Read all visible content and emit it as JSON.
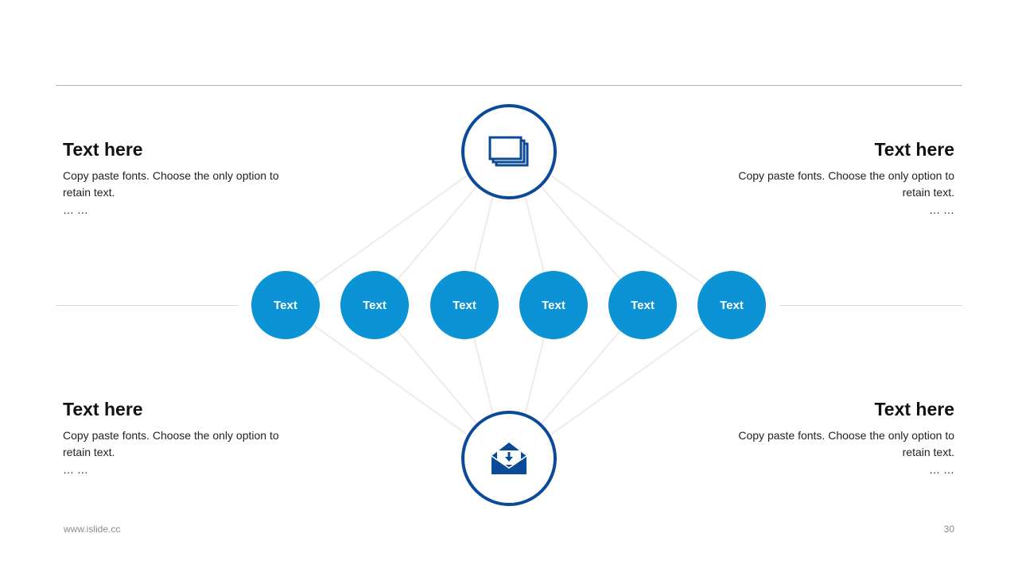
{
  "nodes": [
    {
      "label": "Text"
    },
    {
      "label": "Text"
    },
    {
      "label": "Text"
    },
    {
      "label": "Text"
    },
    {
      "label": "Text"
    },
    {
      "label": "Text"
    }
  ],
  "blocks": {
    "top_left": {
      "title": "Text here",
      "body": "Copy paste fonts. Choose the only option to retain text.",
      "ellipsis": "… …"
    },
    "top_right": {
      "title": "Text here",
      "body": "Copy paste fonts. Choose the only option to retain text.",
      "ellipsis": "… …"
    },
    "bottom_left": {
      "title": "Text here",
      "body": "Copy paste fonts. Choose the only option to retain text.",
      "ellipsis": "… …"
    },
    "bottom_right": {
      "title": "Text here",
      "body": "Copy paste fonts. Choose the only option to retain text.",
      "ellipsis": "… …"
    }
  },
  "footer": {
    "site": "www.islide.cc",
    "page": "30"
  },
  "icons": {
    "top": "stacked-cards-icon",
    "bottom": "envelope-download-icon"
  },
  "colors": {
    "hub_border": "#0b4a96",
    "node_fill": "#0b93d6",
    "connector": "#ececec"
  }
}
